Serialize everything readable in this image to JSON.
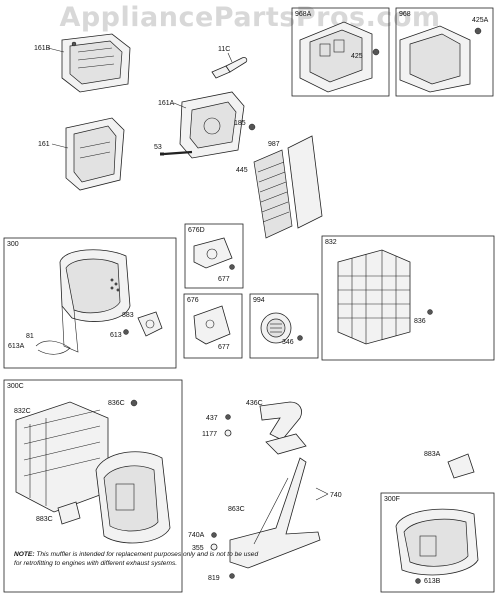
{
  "watermark": "AppliancePartsPros.com",
  "boxes": {
    "b968A": "968A",
    "b968": "968",
    "b676D": "676D",
    "b300": "300",
    "b832": "832",
    "b676": "676",
    "b994": "994",
    "b300C": "300C",
    "b300F": "300F"
  },
  "parts": {
    "p161B": "161B",
    "p11C": "11C",
    "p425": "425",
    "p425A": "425A",
    "p161A": "161A",
    "p185": "185",
    "p987": "987",
    "p161": "161",
    "p53": "53",
    "p445": "445",
    "p883": "883",
    "p677a": "677",
    "p677b": "677",
    "p346": "346",
    "p81": "81",
    "p613": "613",
    "p613A": "613A",
    "p836": "836",
    "p836C": "836C",
    "p832C": "832C",
    "p436C": "436C",
    "p437": "437",
    "p1177": "1177",
    "p883A": "883A",
    "p883C": "883C",
    "p740": "740",
    "p863C": "863C",
    "p740A": "740A",
    "p355": "355",
    "p819": "819",
    "p613B": "613B"
  },
  "note": {
    "lead": "NOTE:",
    "text": "This muffler is intended for replacement purposes only and is not to be used for retrofitting to engines with different exhaust systems."
  }
}
